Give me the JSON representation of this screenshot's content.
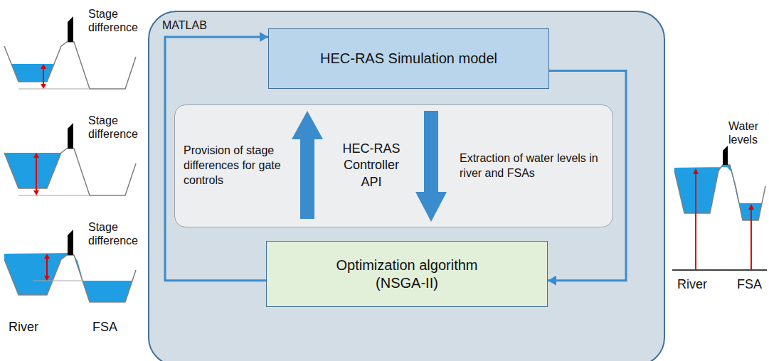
{
  "diagram": {
    "nodes": [
      {
        "text": [
          "MATLAB"
        ]
      },
      {
        "text": [
          "HEC-RAS Simulation model"
        ],
        "in": 0
      },
      {
        "text": [
          "Provision of stage differences for gate controls",
          "HEC-RAS Controller API",
          "Extraction of water levels in river and FSAs"
        ],
        "in": 0
      },
      {
        "text": [
          "Optimization algorithm (NSGA-II)"
        ],
        "in": 0
      }
    ],
    "edges": [
      {
        "from": 1,
        "to": 3,
        "arrow": "to"
      },
      {
        "from": 3,
        "to": 1,
        "arrow": "to"
      }
    ],
    "labels": [
      "Stage difference",
      "Stage difference",
      "Stage difference",
      "River",
      "FSA",
      "Water levels",
      "River",
      "FSA"
    ]
  }
}
